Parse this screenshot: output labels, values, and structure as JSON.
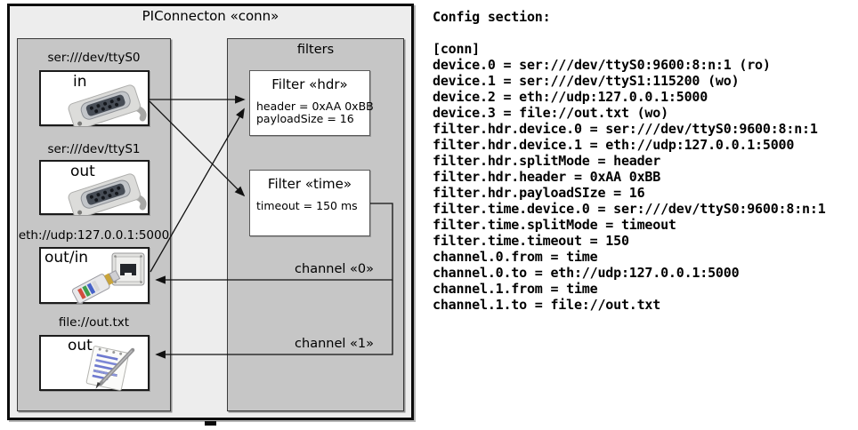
{
  "diagram": {
    "title": "PIConnecton «conn»",
    "devices": [
      {
        "url": "ser:///dev/ttyS0",
        "port": "in",
        "icon": "serial-connector-icon"
      },
      {
        "url": "ser:///dev/ttyS1",
        "port": "out",
        "icon": "serial-connector-icon"
      },
      {
        "url": "eth://udp:127.0.0.1:5000",
        "port": "out/in",
        "icon": "ethernet-cable-icon"
      },
      {
        "url": "file://out.txt",
        "port": "out",
        "icon": "notepad-icon"
      }
    ],
    "filters_label": "filters",
    "filters": [
      {
        "title": "Filter «hdr»",
        "props": [
          "header = 0xAA 0xBB",
          "payloadSize = 16"
        ]
      },
      {
        "title": "Filter «time»",
        "props": [
          "timeout = 150 ms"
        ]
      }
    ],
    "channels": [
      {
        "label": "channel «0»"
      },
      {
        "label": "channel «1»"
      }
    ]
  },
  "config": {
    "heading": "Config section:",
    "lines": [
      "[conn]",
      "device.0 = ser:///dev/ttyS0:9600:8:n:1 (ro)",
      "device.1 = ser:///dev/ttyS1:115200 (wo)",
      "device.2 = eth://udp:127.0.0.1:5000",
      "device.3 = file://out.txt (wo)",
      "filter.hdr.device.0 = ser:///dev/ttyS0:9600:8:n:1",
      "filter.hdr.device.1 = eth://udp:127.0.0.1:5000",
      "filter.hdr.splitMode = header",
      "filter.hdr.header = 0xAA 0xBB",
      "filter.hdr.payloadSIze = 16",
      "filter.time.device.0 = ser:///dev/ttyS0:9600:8:n:1",
      "filter.time.splitMode = timeout",
      "filter.time.timeout = 150",
      "channel.0.from = time",
      "channel.0.to = eth://udp:127.0.0.1:5000",
      "channel.1.from = time",
      "channel.1.to = file://out.txt"
    ]
  },
  "colors": {
    "diagram_bg": "#ededed",
    "group_bg": "#c6c6c6",
    "box_bg": "#ffffff",
    "line": "#111111",
    "text": "#000000"
  }
}
